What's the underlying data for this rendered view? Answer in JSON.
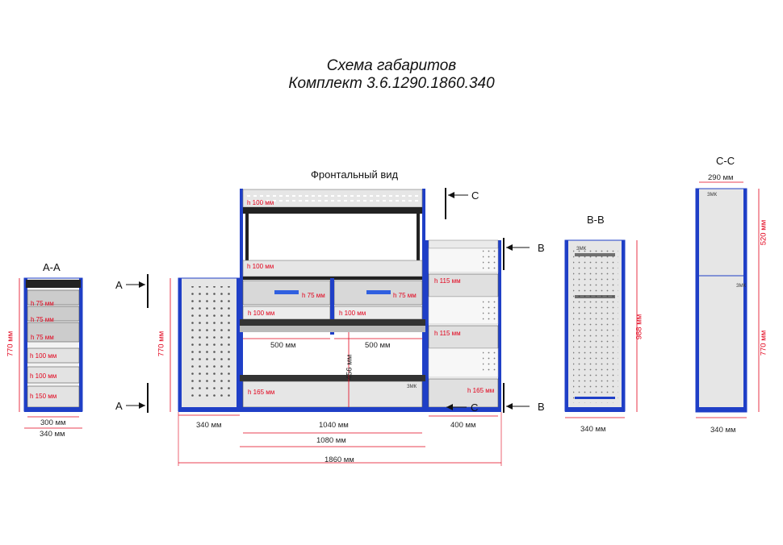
{
  "title": "Схема габаритов",
  "subtitle": "Комплект 3.6.1290.1860.340",
  "views": {
    "front": "Фронтальный вид",
    "aa": "А-А",
    "bb": "B-B",
    "cc": "С-С"
  },
  "section_marks": {
    "a": "А",
    "b": "B",
    "c": "С"
  },
  "dims": {
    "aa_width_inner": "300 мм",
    "aa_width_outer": "340 мм",
    "aa_height": "770 мм",
    "front_height": "770 мм",
    "left_cab": "340 мм",
    "bench_inner": "1040 мм",
    "bench_outer": "1080 мм",
    "right_cab": "400 мм",
    "total": "1860 мм",
    "drawer_w1": "500 мм",
    "drawer_w2": "500 мм",
    "clearance": "456 мм",
    "bb_width": "340 мм",
    "bb_height": "988 мм",
    "cc_top_width": "290 мм",
    "cc_width": "340 мм",
    "cc_top_height": "520 мм",
    "cc_height": "770 мм"
  },
  "heights": {
    "h100": "h 100 мм",
    "h75": "h 75 мм",
    "h115": "h 115 мм",
    "h150": "h 150 мм",
    "h165": "h 165 мм"
  },
  "brand": "ЗМК",
  "colors": {
    "frame": "#1f3fc7",
    "panel": "#e6e6e6",
    "dim_line": "#e2001a",
    "hole": "#555555"
  }
}
